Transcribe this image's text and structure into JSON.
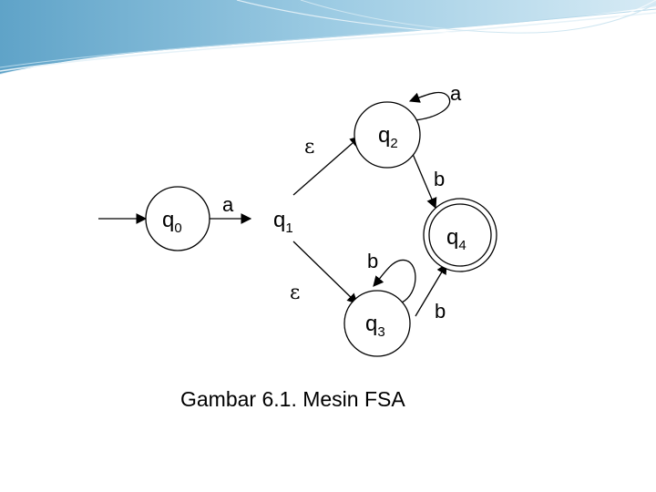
{
  "diagram": {
    "caption": "Gambar 6.1. Mesin FSA",
    "states": [
      {
        "id": "q0",
        "name": "q",
        "sub": "0",
        "accepting": false,
        "initial": true
      },
      {
        "id": "q1",
        "name": "q",
        "sub": "1",
        "accepting": false,
        "initial": false
      },
      {
        "id": "q2",
        "name": "q",
        "sub": "2",
        "accepting": false,
        "initial": false
      },
      {
        "id": "q3",
        "name": "q",
        "sub": "3",
        "accepting": false,
        "initial": false
      },
      {
        "id": "q4",
        "name": "q",
        "sub": "4",
        "accepting": true,
        "initial": false
      }
    ],
    "transitions": [
      {
        "from": "q0",
        "to": "q1",
        "label": "a"
      },
      {
        "from": "q1",
        "to": "q2",
        "label": "ε"
      },
      {
        "from": "q2",
        "to": "q2",
        "label": "a"
      },
      {
        "from": "q2",
        "to": "q4",
        "label": "b"
      },
      {
        "from": "q1",
        "to": "q3",
        "label": "ε"
      },
      {
        "from": "q3",
        "to": "q3",
        "label": "b"
      },
      {
        "from": "q3",
        "to": "q4",
        "label": "b"
      }
    ]
  }
}
